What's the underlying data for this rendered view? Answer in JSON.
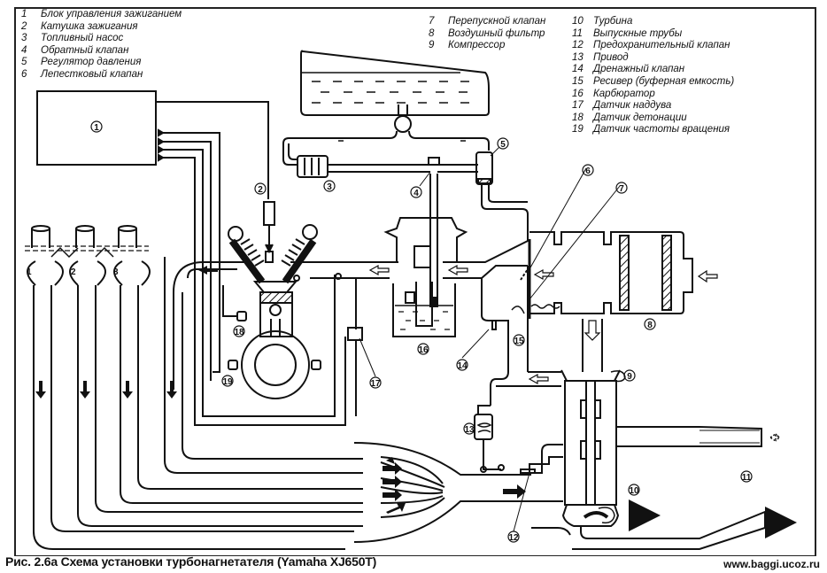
{
  "legend": {
    "column1": [
      {
        "num": "1",
        "label": "Блок управления зажиганием"
      },
      {
        "num": "2",
        "label": "Катушка зажигания"
      },
      {
        "num": "3",
        "label": "Топливный насос"
      },
      {
        "num": "4",
        "label": "Обратный клапан"
      },
      {
        "num": "5",
        "label": "Регулятор давления"
      },
      {
        "num": "6",
        "label": "Лепестковый клапан"
      }
    ],
    "column2": [
      {
        "num": "7",
        "label": "Перепускной клапан"
      },
      {
        "num": "8",
        "label": "Воздушный фильтр"
      },
      {
        "num": "9",
        "label": "Компрессор"
      }
    ],
    "column3": [
      {
        "num": "10",
        "label": "Турбина"
      },
      {
        "num": "11",
        "label": "Выпускные трубы"
      },
      {
        "num": "12",
        "label": "Предохранительный клапан"
      },
      {
        "num": "13",
        "label": "Привод"
      },
      {
        "num": "14",
        "label": "Дренажный клапан"
      },
      {
        "num": "15",
        "label": "Ресивер (буферная емкость)"
      },
      {
        "num": "16",
        "label": "Карбюратор"
      },
      {
        "num": "17",
        "label": "Датчик наддува"
      },
      {
        "num": "18",
        "label": "Датчик детонации"
      },
      {
        "num": "19",
        "label": "Датчик частоты вращения"
      }
    ]
  },
  "callouts": {
    "c1": "1",
    "c2": "2",
    "c3": "3",
    "c4": "4",
    "c5": "5",
    "c6": "6",
    "c7": "7",
    "c8": "8",
    "c9": "9",
    "c10": "10",
    "c11": "11",
    "c12": "12",
    "c13": "13",
    "c14": "14",
    "c15": "15",
    "c16": "16",
    "c17": "17",
    "c18": "18",
    "c19": "19"
  },
  "cylinders": [
    "1",
    "2",
    "3"
  ],
  "caption": "Рис. 2.6а Схема установки турбонагнетателя (Yamaha XJ650T)",
  "site": "www.baggi.ucoz.ru"
}
